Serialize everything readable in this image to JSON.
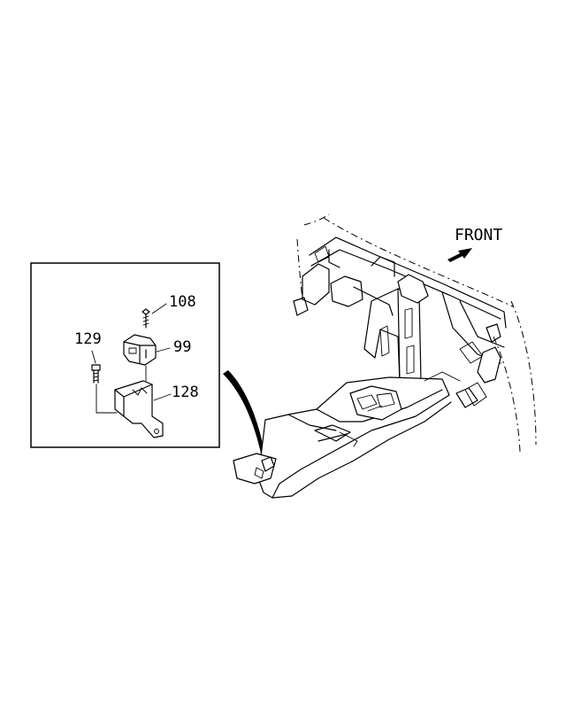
{
  "labels": {
    "front": "FRONT",
    "part_108": "108",
    "part_99": "99",
    "part_129": "129",
    "part_128": "128"
  }
}
